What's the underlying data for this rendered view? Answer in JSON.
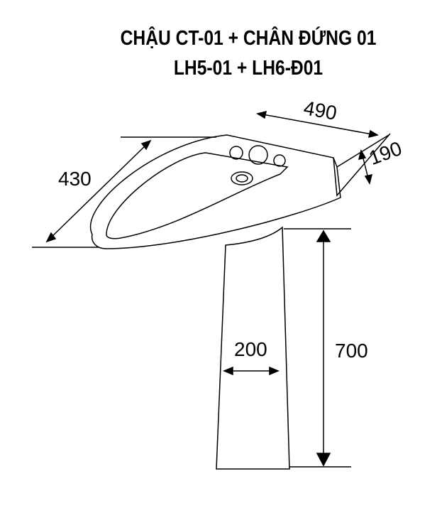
{
  "title": {
    "line1": "CHẬU CT-01 + CHÂN ĐỨNG 01",
    "line2": "LH5-01 + LH6-Đ01"
  },
  "dimensions": {
    "width": "490",
    "depth": "430",
    "height_basin": "190",
    "pedestal_width": "200",
    "pedestal_height": "700"
  }
}
